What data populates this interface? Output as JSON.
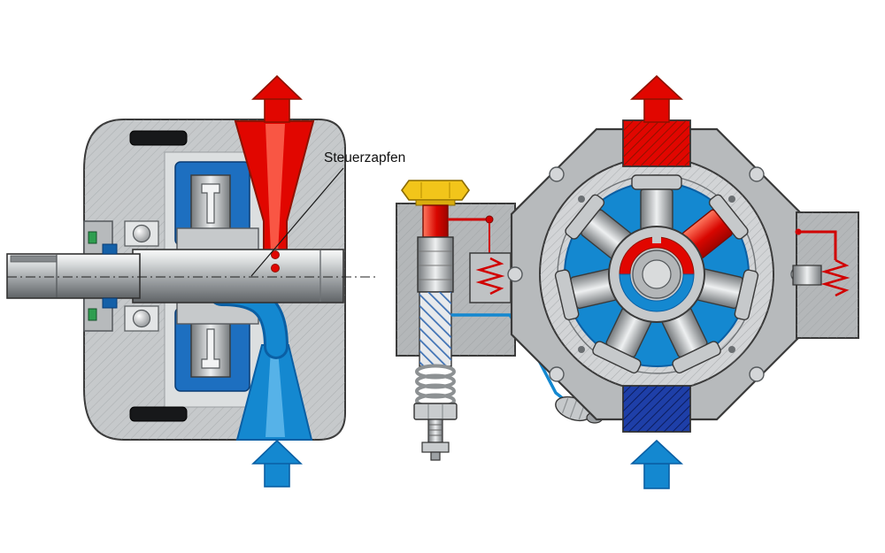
{
  "diagram": {
    "callout": {
      "text": "Steuerzapfen"
    },
    "colors": {
      "pressure_red": "#e10600",
      "pressure_red_dark": "#8f1200",
      "suction_blue": "#1488d0",
      "suction_blue_dark": "#0a5fa4",
      "inlet_navy": "#1e3fa8",
      "cap_yellow": "#f2c51a",
      "seal_green": "#2e9e4f",
      "body_gray": "#c2c5c7",
      "background": "#ffffff"
    },
    "arrows": {
      "left_outlet_direction": "up",
      "left_inlet_direction": "up",
      "right_outlet_direction": "up",
      "right_inlet_direction": "up"
    }
  }
}
